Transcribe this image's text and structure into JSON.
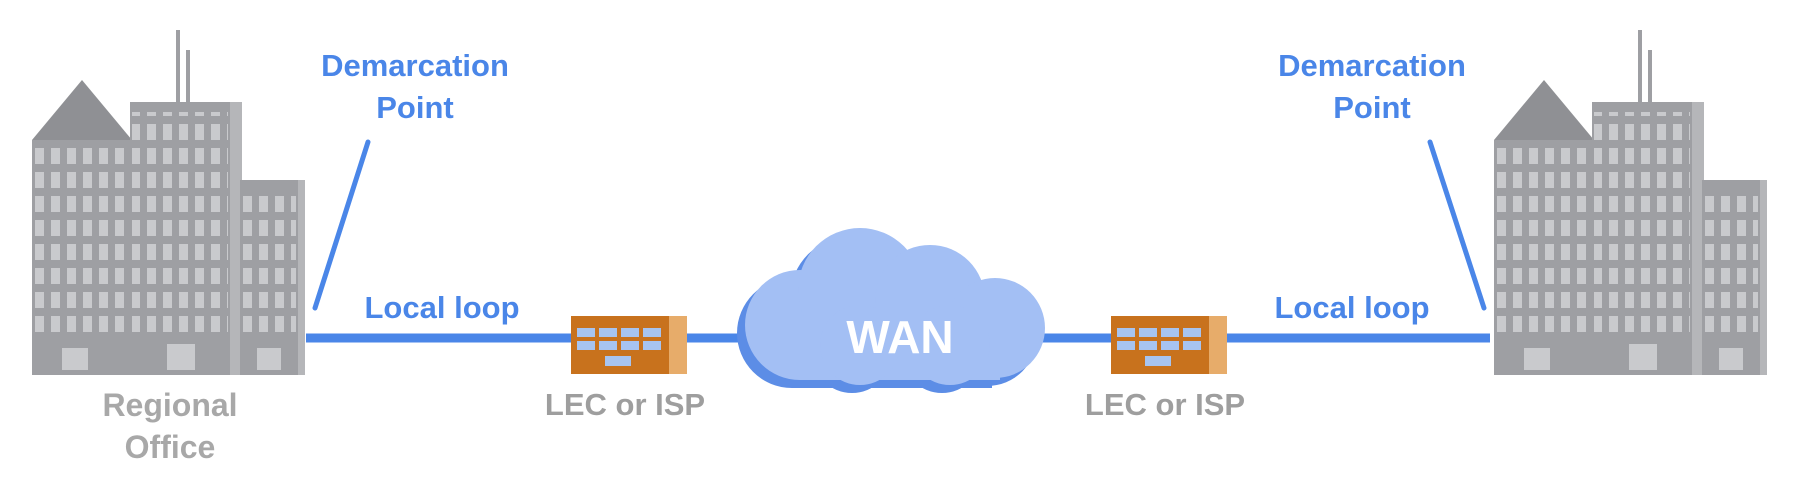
{
  "labels": {
    "left_demarcation": {
      "line1": "Demarcation",
      "line2": "Point"
    },
    "right_demarcation": {
      "line1": "Demarcation",
      "line2": "Point"
    },
    "left_local_loop": "Local loop",
    "right_local_loop": "Local loop",
    "left_lec": "LEC or ISP",
    "right_lec": "LEC or ISP",
    "wan": "WAN",
    "regional_office": {
      "line1": "Regional",
      "line2": "Office"
    }
  },
  "colors": {
    "link_blue": "#4a86e8",
    "building_gray": "#9e9fa3",
    "window_gray": "#c9cacd",
    "device_orange": "#c8721d",
    "device_side": "#e7ac6a",
    "device_window": "#a7c4f0",
    "cloud_light": "#a3bff4",
    "cloud_dark": "#5c8de6",
    "label_gray": "#a8a8a8"
  },
  "icons": [
    "office-buildings-icon",
    "router-device-icon",
    "cloud-icon"
  ]
}
